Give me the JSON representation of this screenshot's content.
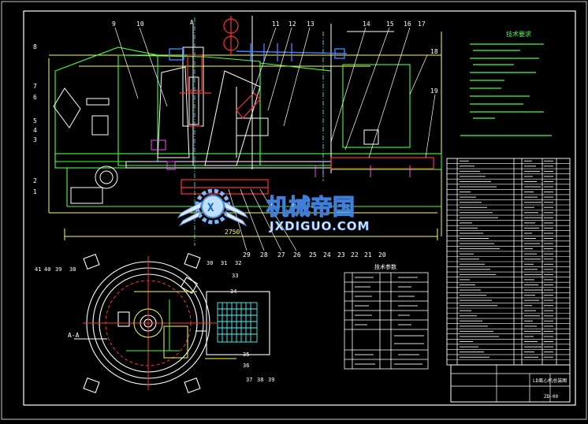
{
  "watermark": {
    "title": "机械帝国",
    "subtitle": "JXDIGUO.COM"
  },
  "callouts_top": [
    "9",
    "10",
    "A",
    "11",
    "12",
    "13",
    "14",
    "15",
    "16",
    "17"
  ],
  "callouts_left": [
    "8",
    "7",
    "6",
    "5",
    "4",
    "3",
    "2",
    "1"
  ],
  "callouts_right": [
    "18",
    "19"
  ],
  "callouts_bottom": [
    "29",
    "28",
    "27",
    "26",
    "25",
    "24",
    "23",
    "22",
    "21",
    "20"
  ],
  "callouts_plan_top": [
    "30",
    "31",
    "32"
  ],
  "callouts_plan_left": [
    "41",
    "40",
    "39",
    "38"
  ],
  "callouts_plan_right": [
    "33",
    "34",
    "35",
    "36"
  ],
  "callouts_plan_bottom": [
    "37",
    "38",
    "39"
  ],
  "dimension_overall": "2750",
  "section_label": "A-A",
  "notes_heading": "技术要求",
  "param_table_title": "技术参数",
  "title_block": {
    "name": "LD离心机总装图",
    "drawing_no": "ZD-00"
  }
}
